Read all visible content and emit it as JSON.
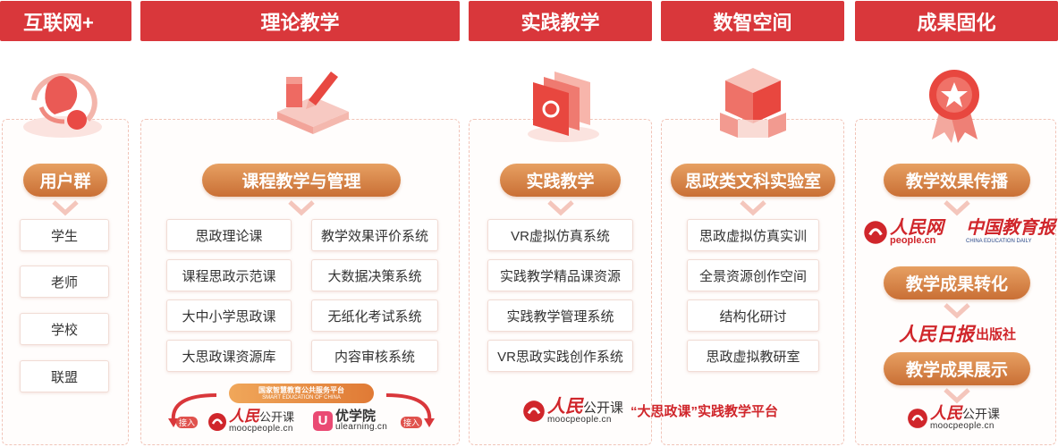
{
  "headers": [
    "互联网+",
    "理论教学",
    "实践教学",
    "数智空间",
    "成果固化"
  ],
  "col1": {
    "pill": "用户群",
    "items": [
      "学生",
      "老师",
      "学校",
      "联盟"
    ]
  },
  "col2": {
    "pill": "课程教学与管理",
    "left_items": [
      "思政理论课",
      "课程思政示范课",
      "大中小学思政课",
      "大思政课资源库"
    ],
    "right_items": [
      "教学效果评价系统",
      "大数据决策系统",
      "无纸化考试系统",
      "内容审核系统"
    ],
    "platform_badge": "国家智慧教育公共服务平台",
    "platform_badge_en": "SMART EDUCATION OF CHINA",
    "connect_left": "接入",
    "connect_right": "接入",
    "logo_rm": "人民",
    "logo_rm_suffix": "公开课",
    "logo_rm_url": "moocpeople.cn",
    "logo_yxy": "优学院",
    "logo_yxy_url": "ulearning.cn"
  },
  "col3": {
    "pill": "实践教学",
    "items": [
      "VR虚拟仿真系统",
      "实践教学精品课资源",
      "实践教学管理系统",
      "VR思政实践创作系统"
    ],
    "logo_rm": "人民",
    "logo_rm_suffix": "公开课",
    "logo_rm_url": "moocpeople.cn",
    "tagline": "“大思政课”实践教学平台"
  },
  "col4": {
    "pill": "思政类文科实验室",
    "items": [
      "思政虚拟仿真实训",
      "全景资源创作空间",
      "结构化研讨",
      "思政虚拟教研室"
    ]
  },
  "col5": {
    "pill1": "教学效果传播",
    "logo_people": "人民网",
    "logo_people_url": "people.cn",
    "logo_edu": "中国教育报",
    "logo_edu_en": "CHINA EDUCATION DAILY",
    "pill2": "教学成果转化",
    "logo_press": "人民日报",
    "logo_press_suffix": "出版社",
    "pill3": "教学成果展示",
    "logo_rm": "人民",
    "logo_rm_suffix": "公开课",
    "logo_rm_url": "moocpeople.cn"
  },
  "colors": {
    "red": "#d9373b",
    "orange": "#d17c3f",
    "dash": "#f1c4b8"
  }
}
